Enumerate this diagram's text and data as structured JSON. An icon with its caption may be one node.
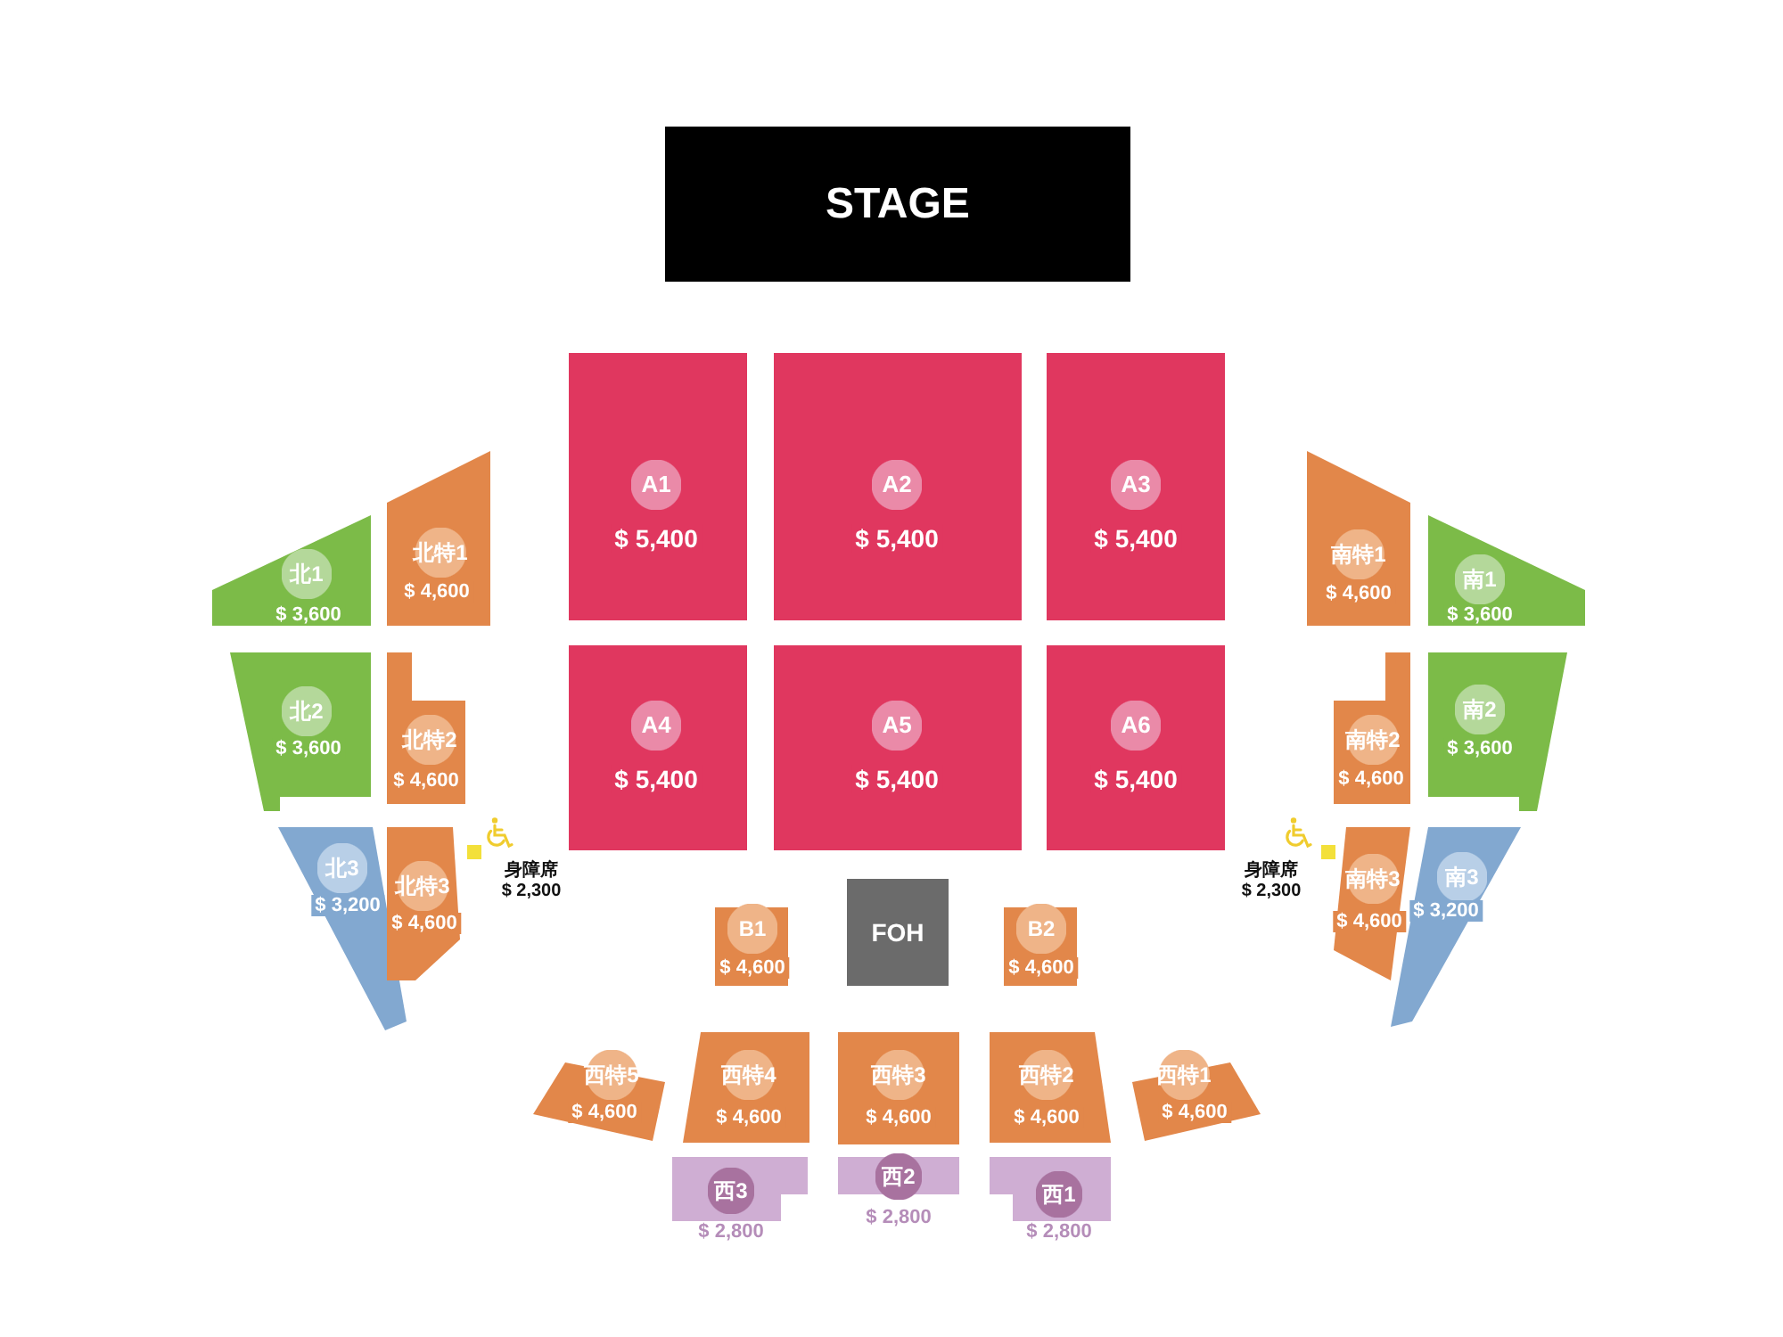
{
  "diagram": {
    "nodes": [
      {
        "text": [
          "STAGE"
        ]
      },
      {
        "text": [
          "北1",
          "$ 3,600"
        ]
      },
      {
        "text": [
          "北特1",
          "$ 4,600"
        ]
      },
      {
        "text": [
          "A1",
          "$ 5,400"
        ]
      },
      {
        "text": [
          "A2",
          "$ 5,400"
        ]
      },
      {
        "text": [
          "A3",
          "$ 5,400"
        ]
      },
      {
        "text": [
          "南特1",
          "$ 4,600"
        ]
      },
      {
        "text": [
          "南1",
          "$ 3,600"
        ]
      },
      {
        "text": [
          "北2",
          "$ 3,600"
        ]
      },
      {
        "text": [
          "北特2",
          "$ 4,600"
        ]
      },
      {
        "text": [
          "A4",
          "$ 5,400"
        ]
      },
      {
        "text": [
          "A5",
          "$ 5,400"
        ]
      },
      {
        "text": [
          "A6",
          "$ 5,400"
        ]
      },
      {
        "text": [
          "南特2",
          "$ 4,600"
        ]
      },
      {
        "text": [
          "南2",
          "$ 3,600"
        ]
      },
      {
        "text": [
          "北3",
          "$ 3,200"
        ]
      },
      {
        "text": [
          "北特3",
          "$ 4,600"
        ]
      },
      {
        "text": [
          "南特3",
          "$ 4,600"
        ]
      },
      {
        "text": [
          "南3",
          "$ 3,200"
        ]
      },
      {
        "text": [
          "B1",
          "$ 4,600"
        ]
      },
      {
        "text": [
          "FOH"
        ]
      },
      {
        "text": [
          "B2",
          "$ 4,600"
        ]
      },
      {
        "text": [
          "西特5",
          "$ 4,600"
        ]
      },
      {
        "text": [
          "西特4",
          "$ 4,600"
        ]
      },
      {
        "text": [
          "西特3",
          "$ 4,600"
        ]
      },
      {
        "text": [
          "西特2",
          "$ 4,600"
        ]
      },
      {
        "text": [
          "西特1",
          "$ 4,600"
        ]
      },
      {
        "text": [
          "西3",
          "$ 2,800"
        ]
      },
      {
        "text": [
          "西2",
          "$ 2,800"
        ]
      },
      {
        "text": [
          "西1",
          "$ 2,800"
        ]
      }
    ],
    "labels": [
      "身障席",
      "$ 2,300",
      "身障席",
      "$ 2,300"
    ]
  }
}
